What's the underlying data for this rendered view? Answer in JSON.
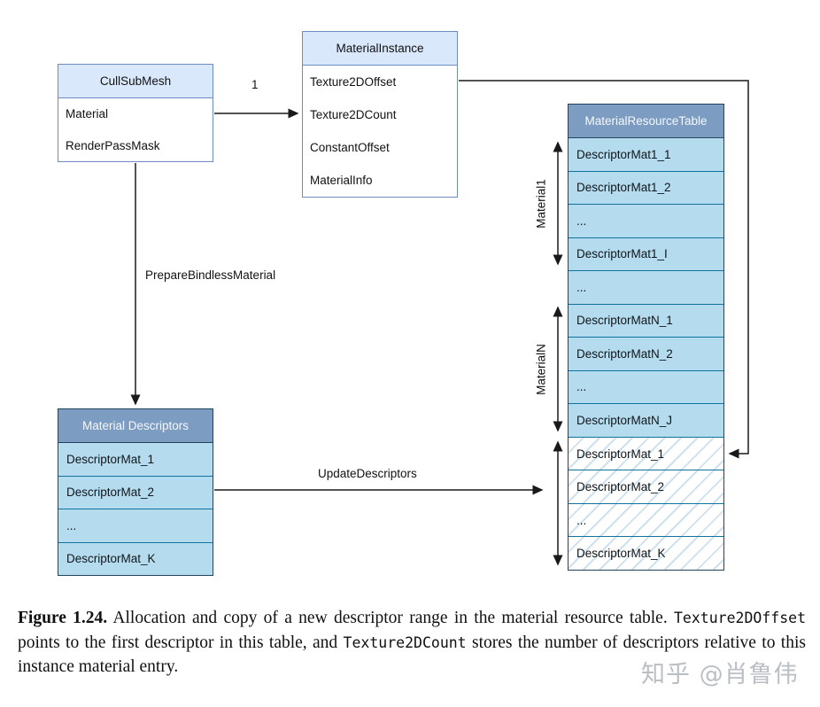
{
  "diagram": {
    "cull_submesh": {
      "title": "CullSubMesh",
      "fields": [
        "Material",
        "RenderPassMask"
      ]
    },
    "material_instance": {
      "title": "MaterialInstance",
      "fields": [
        "Texture2DOffset",
        "Texture2DCount",
        "ConstantOffset",
        "MaterialInfo"
      ]
    },
    "material_descriptors": {
      "title": "Material Descriptors",
      "rows": [
        "DescriptorMat_1",
        "DescriptorMat_2",
        "...",
        "DescriptorMat_K"
      ]
    },
    "resource_table": {
      "title": "MaterialResourceTable",
      "rows": [
        {
          "label": "DescriptorMat1_1",
          "hatched": false
        },
        {
          "label": "DescriptorMat1_2",
          "hatched": false
        },
        {
          "label": "...",
          "hatched": false
        },
        {
          "label": "DescriptorMat1_I",
          "hatched": false
        },
        {
          "label": "...",
          "hatched": false
        },
        {
          "label": "DescriptorMatN_1",
          "hatched": false
        },
        {
          "label": "DescriptorMatN_2",
          "hatched": false
        },
        {
          "label": "...",
          "hatched": false
        },
        {
          "label": "DescriptorMatN_J",
          "hatched": false
        },
        {
          "label": "DescriptorMat_1",
          "hatched": true
        },
        {
          "label": "DescriptorMat_2",
          "hatched": true
        },
        {
          "label": "...",
          "hatched": true
        },
        {
          "label": "DescriptorMat_K",
          "hatched": true
        }
      ]
    },
    "edge_labels": {
      "multiplicity": "1",
      "prepare": "PrepareBindlessMaterial",
      "update": "UpdateDescriptors"
    },
    "range_labels": {
      "material1": "Material1",
      "materialN": "MaterialN"
    },
    "colors": {
      "class_header_fill": "#dae8fc",
      "class_stroke": "#6c8ebf",
      "table_header_fill": "#7d9cc1",
      "table_stroke": "#23445d",
      "row_fill": "#b5dcee",
      "row_stroke": "#10739e",
      "hatch_stripe": "#cfe1ec",
      "arrow": "#1a1a1a"
    }
  },
  "caption": {
    "figure_label": "Figure 1.24.",
    "text1": "Allocation and copy of a new descriptor range in the material resource table.",
    "code1": "Texture2DOffset",
    "text2": "points to the first descriptor in this table, and",
    "code2": "Texture2DCount",
    "text3": "stores the number of descriptors relative to this instance material entry."
  },
  "watermark": "知乎 @肖鲁伟"
}
